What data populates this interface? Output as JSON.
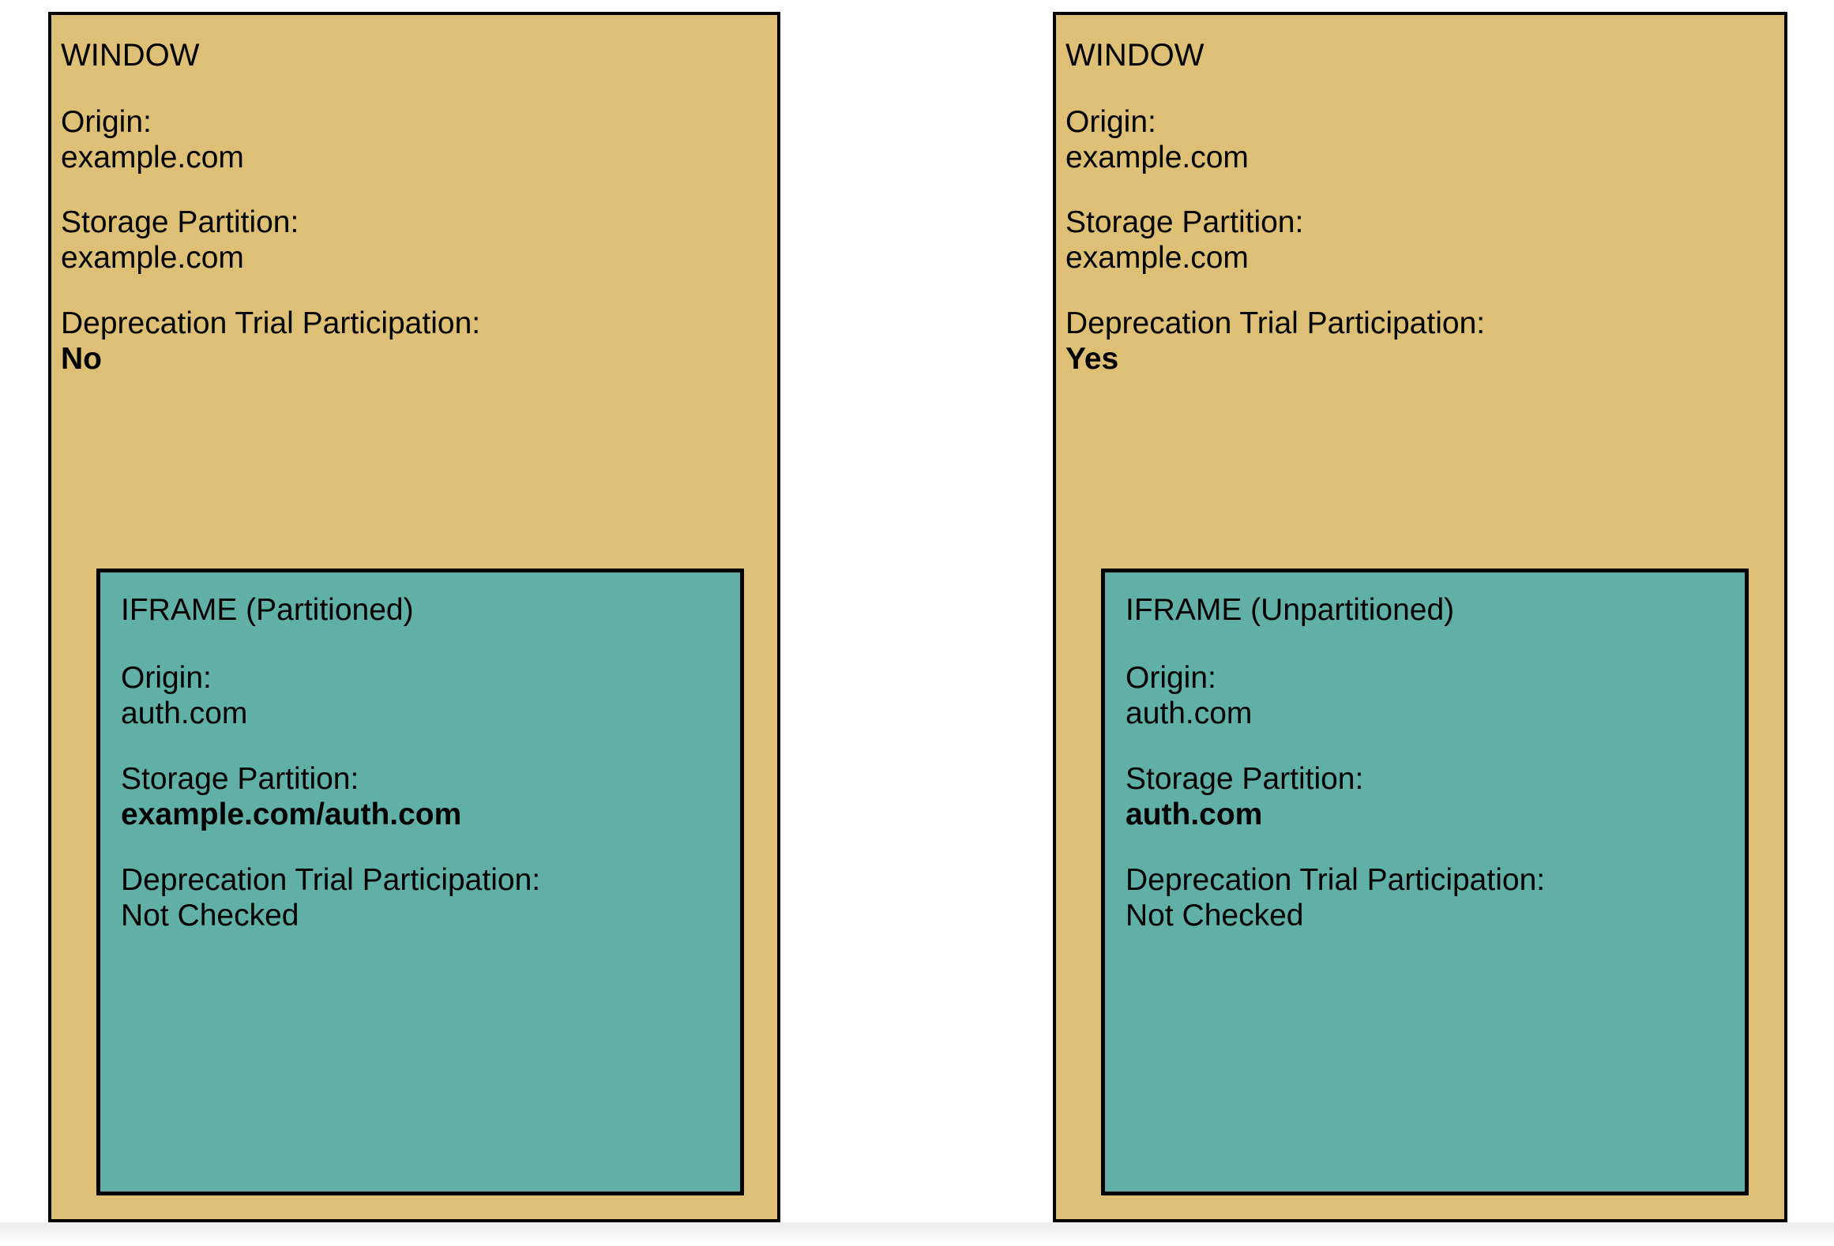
{
  "diagram": {
    "colors": {
      "window_fill": "#debf76",
      "iframe_fill": "#60b0a8",
      "border": "#000000",
      "background": "#ffffff",
      "text": "#000000"
    },
    "panels": [
      {
        "id": "left",
        "window": {
          "title": "WINDOW",
          "fields": [
            {
              "label": "Origin:",
              "value": "example.com",
              "emphasis": false
            },
            {
              "label": "Storage Partition:",
              "value": "example.com",
              "emphasis": false
            },
            {
              "label": "Deprecation Trial Participation:",
              "value": "No",
              "emphasis": true
            }
          ]
        },
        "iframe": {
          "title": "IFRAME (Partitioned)",
          "fields": [
            {
              "label": "Origin:",
              "value": "auth.com",
              "emphasis": false
            },
            {
              "label": "Storage Partition:",
              "value": "example.com/auth.com",
              "emphasis": true
            },
            {
              "label": "Deprecation Trial Participation:",
              "value": "Not Checked",
              "emphasis": false
            }
          ]
        }
      },
      {
        "id": "right",
        "window": {
          "title": "WINDOW",
          "fields": [
            {
              "label": "Origin:",
              "value": "example.com",
              "emphasis": false
            },
            {
              "label": "Storage Partition:",
              "value": "example.com",
              "emphasis": false
            },
            {
              "label": "Deprecation Trial Participation:",
              "value": "Yes",
              "emphasis": true
            }
          ]
        },
        "iframe": {
          "title": "IFRAME (Unpartitioned)",
          "fields": [
            {
              "label": "Origin:",
              "value": "auth.com",
              "emphasis": false
            },
            {
              "label": "Storage Partition:",
              "value": "auth.com",
              "emphasis": true
            },
            {
              "label": "Deprecation Trial Participation:",
              "value": "Not Checked",
              "emphasis": false
            }
          ]
        }
      }
    ]
  }
}
